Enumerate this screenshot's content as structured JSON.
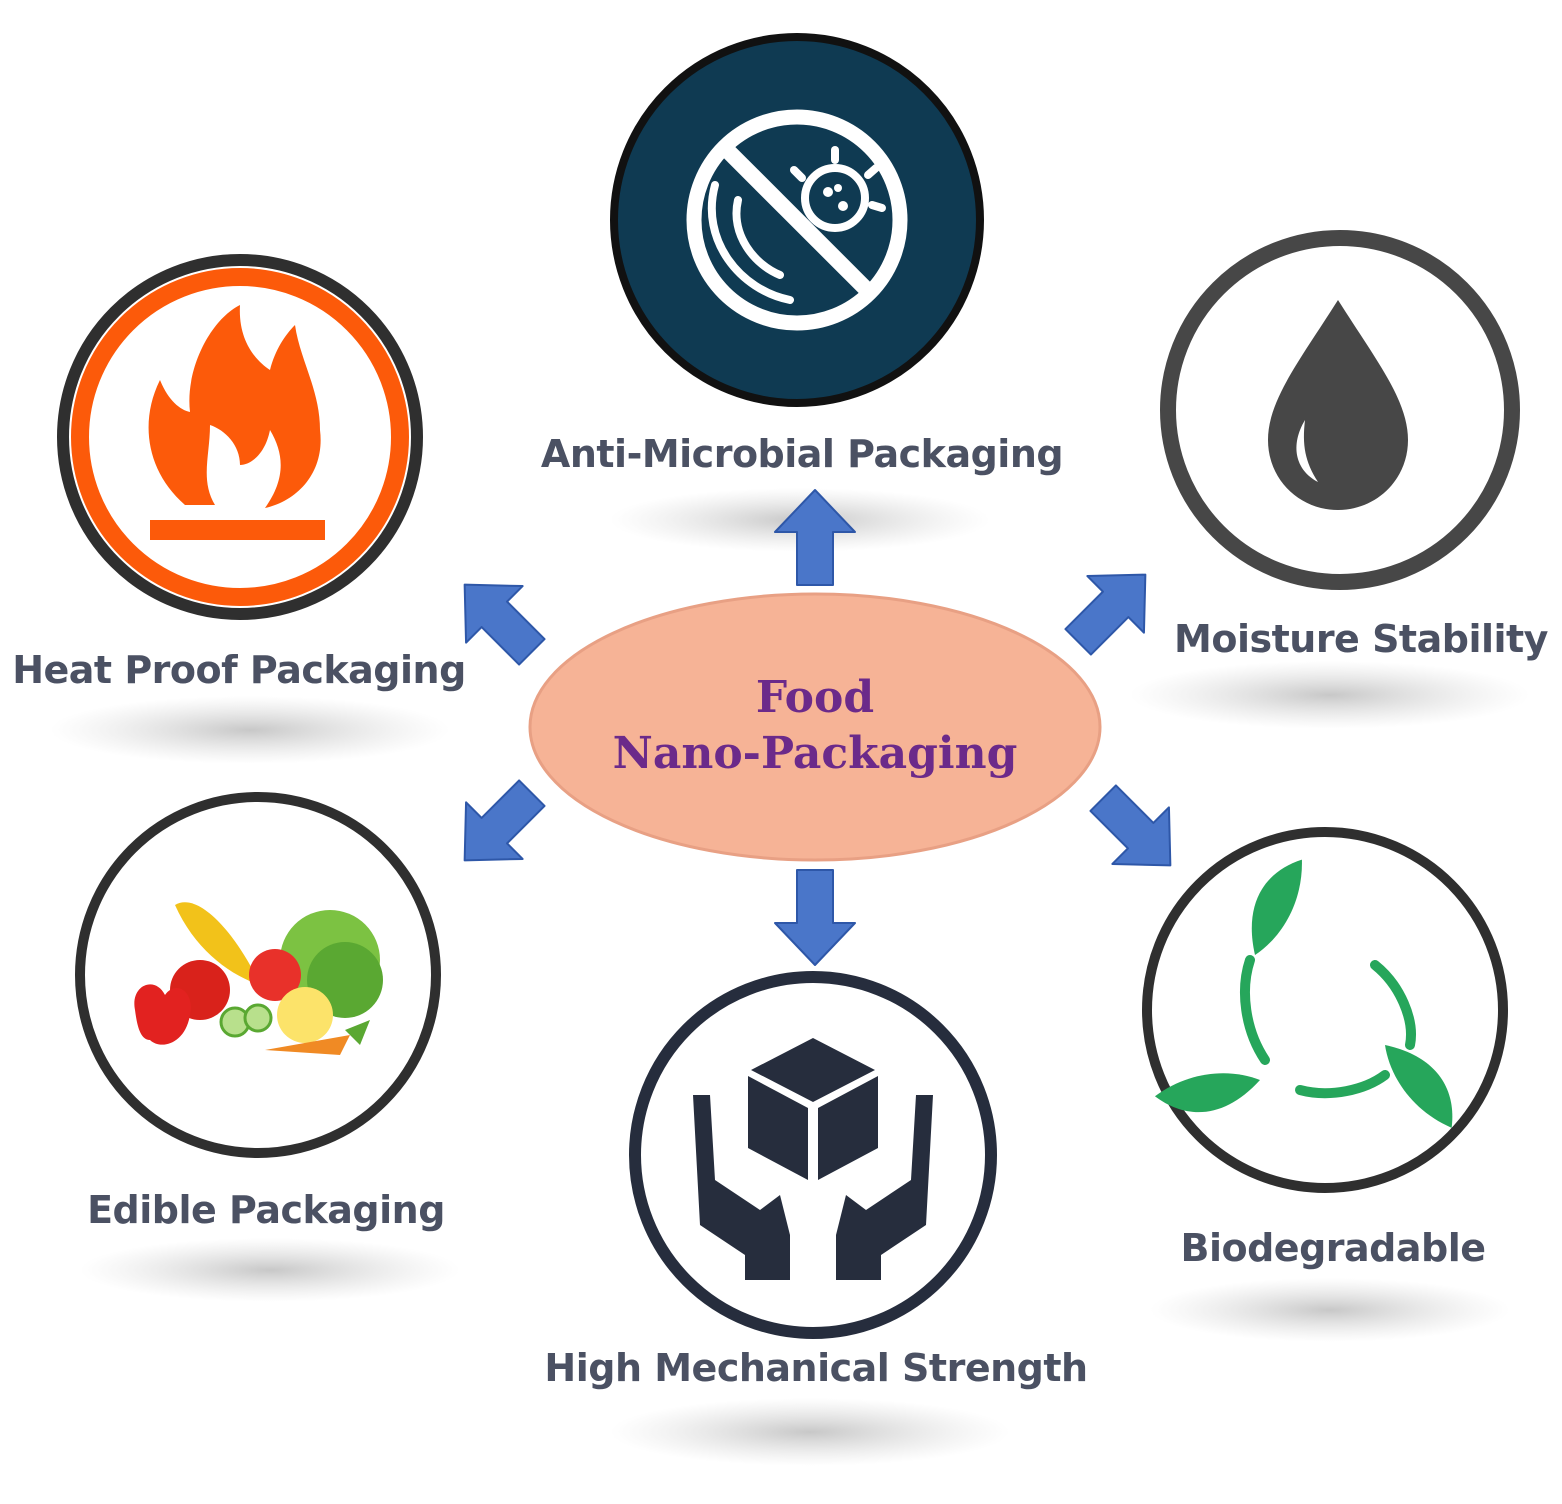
{
  "center": {
    "line1": "Food",
    "line2": "Nano-Packaging",
    "fill": "#f6b396",
    "text_color": "#6b2a8a"
  },
  "colors": {
    "label": "#4b5163",
    "arrow": "#4a76c9",
    "ring": "#2f2f2f",
    "heat": "#fc5a0a",
    "microbe_bg": "#0f3a52",
    "drop": "#474747",
    "recycle": "#26a65b",
    "hands": "#262d3d"
  },
  "nodes": [
    {
      "id": "anti-microbial",
      "label": "Anti-Microbial Packaging",
      "icon": "anti-microbe-icon"
    },
    {
      "id": "moisture",
      "label": "Moisture Stability",
      "icon": "water-drop-icon"
    },
    {
      "id": "biodegradable",
      "label": "Biodegradable",
      "icon": "recycle-leaves-icon"
    },
    {
      "id": "mechanical",
      "label": "High Mechanical Strength",
      "icon": "hands-box-icon"
    },
    {
      "id": "edible",
      "label": "Edible Packaging",
      "icon": "fruits-vegetables-icon"
    },
    {
      "id": "heat-proof",
      "label": "Heat Proof Packaging",
      "icon": "flame-icon"
    }
  ]
}
